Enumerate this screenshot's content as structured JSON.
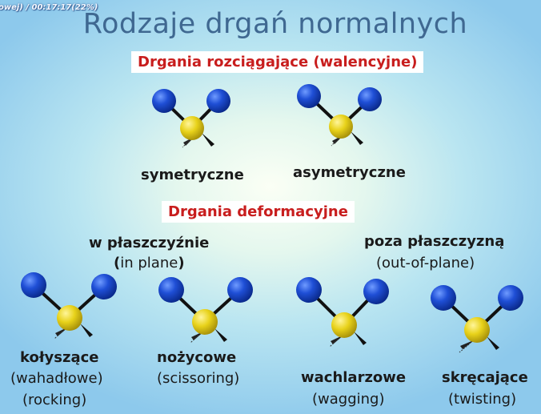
{
  "header": {
    "timer_text": "owej) / 00:17:17(22%)",
    "title": "Rodzaje drgań normalnych"
  },
  "stretching": {
    "heading": "Drgania rozciągające (walencyjne)",
    "modes": [
      {
        "label": "symetryczne"
      },
      {
        "label": "asymetryczne"
      }
    ]
  },
  "deformation": {
    "heading": "Drgania deformacyjne",
    "in_plane": {
      "title": "w płaszczyźnie",
      "open": "(",
      "sub": "in plane",
      "close": ")"
    },
    "out_of_plane": {
      "title": "poza płaszczyzną",
      "sub": "(out-of-plane)"
    },
    "modes": [
      {
        "label": "kołyszące",
        "alt": "(wahadłowe)",
        "en": "(rocking)"
      },
      {
        "label": "nożycowe",
        "en": "(scissoring)"
      },
      {
        "label": "wachlarzowe",
        "en": "(wagging)"
      },
      {
        "label": "skręcające",
        "en": "(twisting)"
      }
    ]
  },
  "colors": {
    "title": "#3f6891",
    "heading_red": "#c81d1d",
    "outer_atom": "#1f4fd6",
    "center_atom": "#e8d21a"
  }
}
